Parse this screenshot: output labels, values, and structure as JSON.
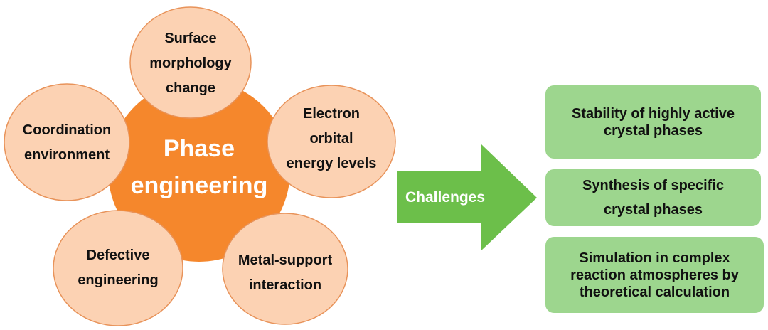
{
  "diagram": {
    "center": {
      "lines": [
        "Phase",
        "engineering"
      ]
    },
    "factors": [
      {
        "id": "surface-morphology",
        "lines": [
          "Surface",
          "morphology",
          "change"
        ]
      },
      {
        "id": "coordination-environment",
        "lines": [
          "Coordination",
          "environment"
        ]
      },
      {
        "id": "electron-orbital",
        "lines": [
          "Electron",
          "orbital",
          "energy levels"
        ]
      },
      {
        "id": "defective-engineering",
        "lines": [
          "Defective",
          "engineering"
        ]
      },
      {
        "id": "metal-support",
        "lines": [
          "Metal-support",
          "interaction"
        ]
      }
    ],
    "arrow": {
      "label": "Challenges"
    },
    "challenges": [
      {
        "lines": [
          "Stability of highly active",
          "crystal phases"
        ]
      },
      {
        "lines": [
          "Synthesis of specific",
          "crystal phases"
        ]
      },
      {
        "lines": [
          "Simulation in complex",
          "reaction atmospheres by",
          "theoretical calculation"
        ]
      }
    ],
    "colors": {
      "center_orange": "#f5872c",
      "factor_fill": "#fcd2b3",
      "factor_border": "#e8935a",
      "arrow_green": "#6cbf4a",
      "box_green": "#9dd68e"
    }
  }
}
